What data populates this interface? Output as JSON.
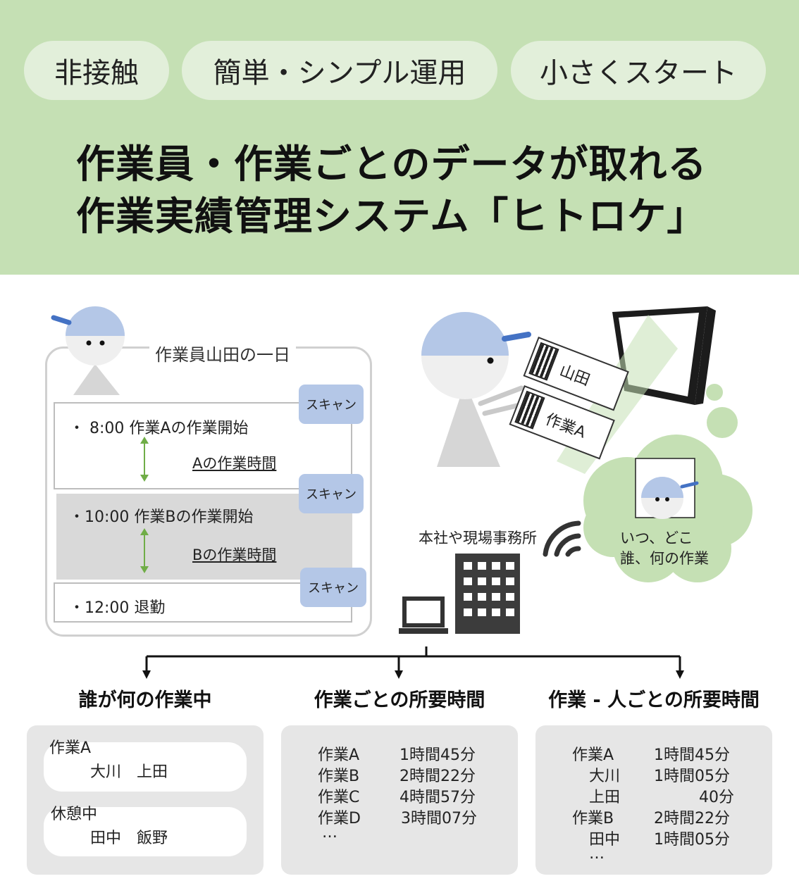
{
  "header": {
    "pills": [
      "非接触",
      "簡単・シンプル運用",
      "小さくスタート"
    ],
    "title_line1": "作業員・作業ごとのデータが取れる",
    "title_line2": "作業実績管理システム「ヒトロケ」"
  },
  "schedule": {
    "title": "作業員山田の一日",
    "scan_label": "スキャン",
    "event1": "・ 8:00 作業Aの作業開始",
    "duration1": "Aの作業時間",
    "event2": "・10:00 作業Bの作業開始",
    "duration2": "Bの作業時間",
    "event3": "・12:00 退勤"
  },
  "scene": {
    "tag_name": "山田",
    "tag_task": "作業A",
    "office_label": "本社や現場事務所",
    "cloud_line1": "いつ、どこ",
    "cloud_line2": "誰、何の作業"
  },
  "sections": {
    "s1_title": "誰が何の作業中",
    "s2_title": "作業ごとの所要時間",
    "s3_title": "作業 - 人ごとの所要時間"
  },
  "panel1": {
    "g1_label": "作業A",
    "g1_people": "大川　上田",
    "g2_label": "休憩中",
    "g2_people": "田中　飯野"
  },
  "panel2": {
    "rows": [
      {
        "name": "作業A",
        "time": "1時間45分"
      },
      {
        "name": "作業B",
        "time": "2時間22分"
      },
      {
        "name": "作業C",
        "time": "4時間57分"
      },
      {
        "name": "作業D",
        "time": "3時間07分"
      }
    ],
    "more": "…"
  },
  "panel3": {
    "rows": [
      {
        "name": "作業A",
        "time": "1時間45分"
      },
      {
        "name": "大川",
        "time": "1時間05分"
      },
      {
        "name": "上田",
        "time": "40分"
      },
      {
        "name": "作業B",
        "time": "2時間22分"
      },
      {
        "name": "田中",
        "time": "1時間05分"
      }
    ],
    "more": "…"
  },
  "colors": {
    "header_bg": "#c5e0b4",
    "pill_bg": "#e2efda",
    "cap_blue": "#b4c7e7",
    "cap_brim": "#4472c4",
    "arrow_green": "#70ad47",
    "panel_gray": "#e6e6e6"
  }
}
